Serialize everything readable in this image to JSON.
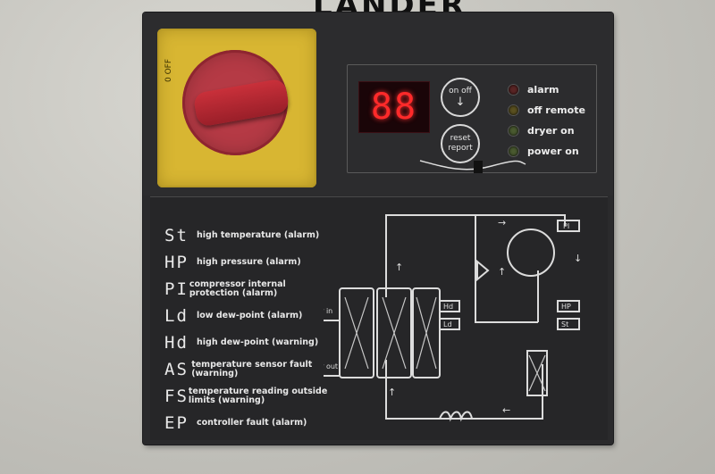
{
  "brand": {
    "text": "LANDER"
  },
  "switch": {
    "label": "0 OFF"
  },
  "display": {
    "value": "88"
  },
  "buttons": {
    "on_off": {
      "label": "on off"
    },
    "reset": {
      "line1": "reset",
      "line2": "report"
    }
  },
  "indicators": [
    {
      "label": "alarm",
      "color": "#c03030"
    },
    {
      "label": "off remote",
      "color": "#c0a030"
    },
    {
      "label": "dryer on",
      "color": "#80a040"
    },
    {
      "label": "power on",
      "color": "#80a040"
    }
  ],
  "codes": [
    {
      "code": "St",
      "desc": "high temperature (alarm)"
    },
    {
      "code": "HP",
      "desc": "high pressure (alarm)"
    },
    {
      "code": "PI",
      "desc": "compressor internal protection (alarm)"
    },
    {
      "code": "Ld",
      "desc": "low dew-point (alarm)"
    },
    {
      "code": "Hd",
      "desc": "high dew-point (warning)"
    },
    {
      "code": "AS",
      "desc": "temperature sensor fault (warning)"
    },
    {
      "code": "FS",
      "desc": "temperature reading outside limits (warning)"
    },
    {
      "code": "EP",
      "desc": "controller fault (alarm)"
    }
  ],
  "schematic": {
    "air_in": "air in",
    "air_out": "air out",
    "tags": {
      "hd": "Hd",
      "ld": "Ld",
      "pi": "PI",
      "hp": "HP",
      "st": "St"
    }
  }
}
